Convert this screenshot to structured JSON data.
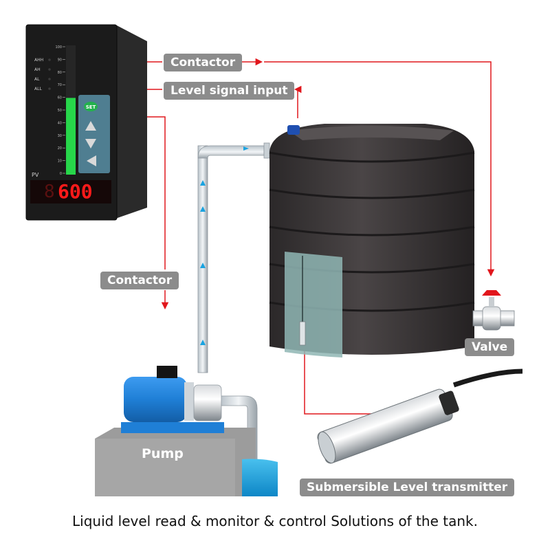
{
  "labels": {
    "contactor_top": "Contactor",
    "level_signal": "Level signal input",
    "contactor_left": "Contactor",
    "valve": "Valve",
    "pump": "Pump",
    "transmitter": "Submersible Level transmitter"
  },
  "controller": {
    "alarm_labels": [
      "AHH",
      "AH",
      "AL",
      "ALL"
    ],
    "pv_label": "PV",
    "readout": "600",
    "set_label": "SET",
    "scale_ticks": [
      "100",
      "90",
      "80",
      "70",
      "60",
      "50",
      "40",
      "30",
      "20",
      "10",
      "0"
    ],
    "bar_level_percent": 60
  },
  "caption": "Liquid level read & monitor & control Solutions of the tank.",
  "colors": {
    "signal_line": "#e1161c",
    "tag_bg": "#8c8c8c",
    "tank": "#3f3b3c",
    "pump_blue": "#1f7fd6",
    "water": "#1aa3e0",
    "bar_green": "#27d64a",
    "bar_red": "#d11f1f",
    "readout_red": "#ff1a1a"
  }
}
